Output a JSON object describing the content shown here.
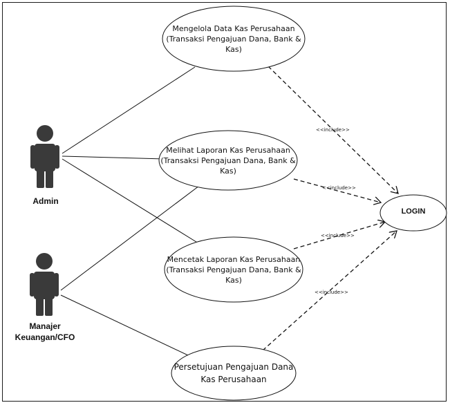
{
  "actors": {
    "admin": {
      "label": "Admin"
    },
    "manajer": {
      "line1": "Manajer",
      "line2": "Keuangan/CFO"
    }
  },
  "use_cases": {
    "uc1": {
      "line1": "Mengelola Data Kas Perusahaan",
      "line2": "(Transaksi Pengajuan Dana, Bank &",
      "line3": "Kas)"
    },
    "uc2": {
      "line1": "Melihat Laporan Kas Perusahaan",
      "line2": "(Transaksi Pengajuan Dana, Bank &",
      "line3": "Kas)"
    },
    "uc3": {
      "line1": "Mencetak Laporan Kas Perusahaan",
      "line2": "(Transaksi Pengajuan Dana, Bank &",
      "line3": "Kas)"
    },
    "uc4": {
      "line1": "Persetujuan Pengajuan Dana",
      "line2": "Kas Perusahaan"
    }
  },
  "login": {
    "label": "LOGIN"
  },
  "include_label": "<<include>>"
}
